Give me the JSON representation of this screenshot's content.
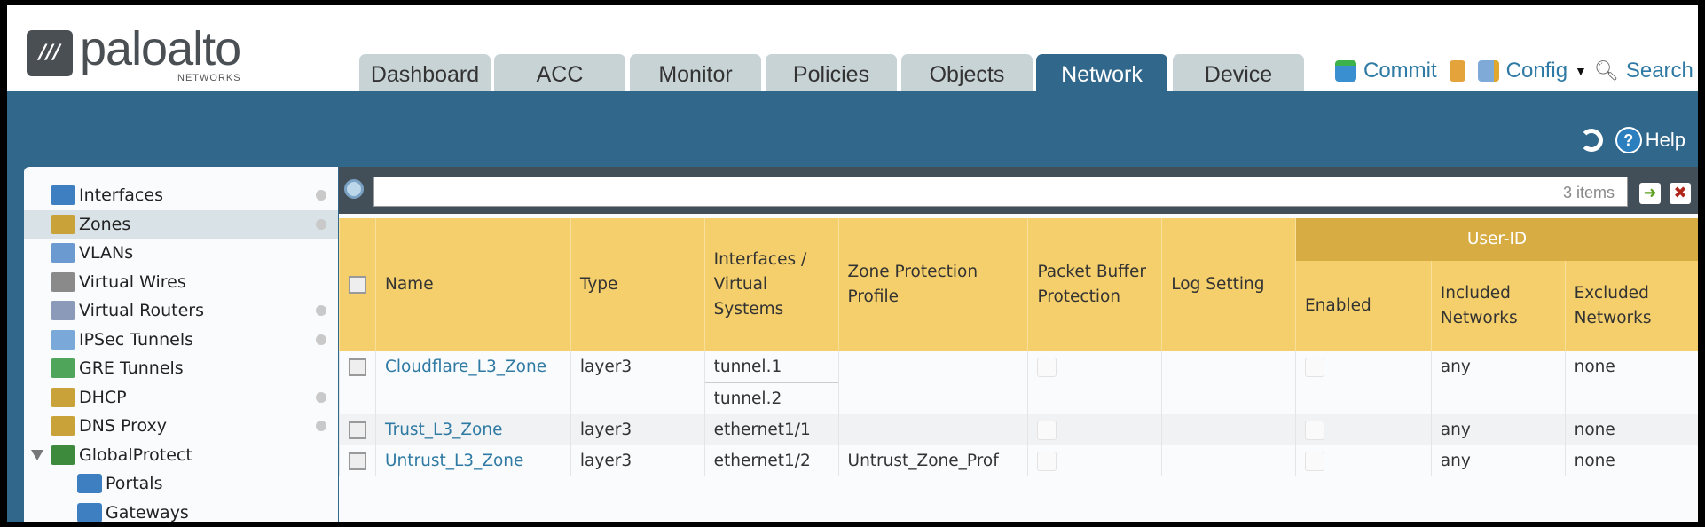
{
  "brand": {
    "name": "paloalto",
    "sub": "NETWORKS"
  },
  "tabs": [
    {
      "label": "Dashboard"
    },
    {
      "label": "ACC"
    },
    {
      "label": "Monitor"
    },
    {
      "label": "Policies"
    },
    {
      "label": "Objects"
    },
    {
      "label": "Network",
      "active": true
    },
    {
      "label": "Device"
    }
  ],
  "tools": {
    "commit": "Commit",
    "config": "Config",
    "search": "Search",
    "help": "Help"
  },
  "sidebar": {
    "items": [
      {
        "label": "Interfaces",
        "icon": "interfaces-icon"
      },
      {
        "label": "Zones",
        "icon": "zones-icon",
        "selected": true
      },
      {
        "label": "VLANs",
        "icon": "vlans-icon"
      },
      {
        "label": "Virtual Wires",
        "icon": "virtual-wires-icon"
      },
      {
        "label": "Virtual Routers",
        "icon": "virtual-routers-icon"
      },
      {
        "label": "IPSec Tunnels",
        "icon": "ipsec-icon"
      },
      {
        "label": "GRE Tunnels",
        "icon": "gre-icon"
      },
      {
        "label": "DHCP",
        "icon": "dhcp-icon"
      },
      {
        "label": "DNS Proxy",
        "icon": "dns-icon"
      },
      {
        "label": "GlobalProtect",
        "icon": "globalprotect-icon",
        "expanded": true
      },
      {
        "label": "Portals",
        "icon": "portals-icon"
      },
      {
        "label": "Gateways",
        "icon": "gateways-icon"
      }
    ]
  },
  "search": {
    "value": "",
    "count": "3 items"
  },
  "table": {
    "group": "User-ID",
    "headers": [
      "Name",
      "Type",
      "Interfaces / Virtual Systems",
      "Zone Protection Profile",
      "Packet Buffer Protection",
      "Log Setting",
      "Enabled",
      "Included Networks",
      "Excluded Networks"
    ],
    "rows": [
      {
        "name": "Cloudflare_L3_Zone",
        "type": "layer3",
        "interfaces": [
          "tunnel.1",
          "tunnel.2"
        ],
        "zpp": "",
        "log": "",
        "included": "any",
        "excluded": "none"
      },
      {
        "name": "Trust_L3_Zone",
        "type": "layer3",
        "interfaces": [
          "ethernet1/1"
        ],
        "zpp": "",
        "log": "",
        "included": "any",
        "excluded": "none"
      },
      {
        "name": "Untrust_L3_Zone",
        "type": "layer3",
        "interfaces": [
          "ethernet1/2"
        ],
        "zpp": "Untrust_Zone_Prof",
        "log": "",
        "included": "any",
        "excluded": "none"
      }
    ]
  },
  "colors": {
    "accent": "#31678a",
    "header": "#f4cf6b",
    "group": "#d7ad43",
    "link": "#2f7aa4"
  }
}
